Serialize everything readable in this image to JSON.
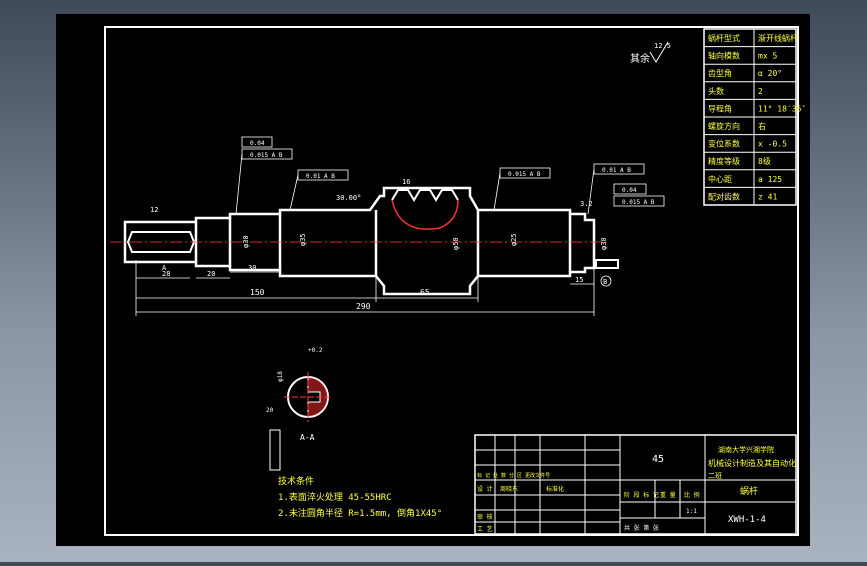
{
  "title_block": {
    "material": "45",
    "school_line1": "湖南大学兴湘学院",
    "school_line2": "机械设计制造及其自动化",
    "school_line3": "二班",
    "part_name": "蜗杆",
    "drawing_no": "XWH-1-4",
    "rows_label": "标 记 处 数  分 区  更改文件号",
    "designer_row": "设 计",
    "designer_name": "周晓东",
    "std_label": "标准化",
    "review_label": "审 核",
    "process_label": "工 艺",
    "stage_label": "阶 段 标 记",
    "weight_label": "重 量",
    "scale_label": "比 例",
    "scale_value": "1:1",
    "sheet_label": "共  张  第  张"
  },
  "params": {
    "rows": [
      {
        "label": "蜗杆型式",
        "value": "渐开线蜗杆"
      },
      {
        "label": "轴向模数",
        "value": "mx 5"
      },
      {
        "label": "齿型角",
        "value": "α  20°"
      },
      {
        "label": "头数",
        "value": "2"
      },
      {
        "label": "导程角",
        "value": "11° 18′36″"
      },
      {
        "label": "螺旋方向",
        "value": "右"
      },
      {
        "label": "变位系数",
        "value": "x  -0.5"
      },
      {
        "label": "精度等级",
        "value": "8级"
      },
      {
        "label": "中心距",
        "value": "a  125"
      },
      {
        "label": "配对齿数",
        "value": "z  41"
      }
    ]
  },
  "rest_roughness": "其余",
  "rest_roughness_val": "12.5",
  "tech": {
    "title": "技术条件",
    "line1": "1.表面淬火处理 45-55HRC",
    "line2": "2.未注圆角半径 R=1.5mm, 倒角1X45°"
  },
  "dims": {
    "len150": "150",
    "len290": "290",
    "len65": "65",
    "len30": "30",
    "len20": "20",
    "len28": "28",
    "len15": "15",
    "tol1": "0.01 A B",
    "tol2": "0.015 A B",
    "tol3": "0.04",
    "tol4": "0.015 A B",
    "tol5": "0.01 A B",
    "tol6": "0.04",
    "tol7": "0.015 A B",
    "r16": "16",
    "r12": "12",
    "r32": "3.2",
    "d35": "φ35",
    "d30": "φ30",
    "d50": "φ50",
    "d25": "φ25",
    "section": "A-A",
    "sec_top": "+0.2",
    "sec_dim": "20",
    "label_A": "A",
    "label_B": "B",
    "angle": "30.00°",
    "d_le": "φ30",
    "d_ri": "φ30",
    "d_sec": "φ18"
  },
  "colors": {
    "frame": "#ffffff",
    "outline": "#ffffff",
    "dim": "#ffffff",
    "hatch": "#ff3030",
    "accent": "#ffff40",
    "cyan": "#40ffff"
  }
}
